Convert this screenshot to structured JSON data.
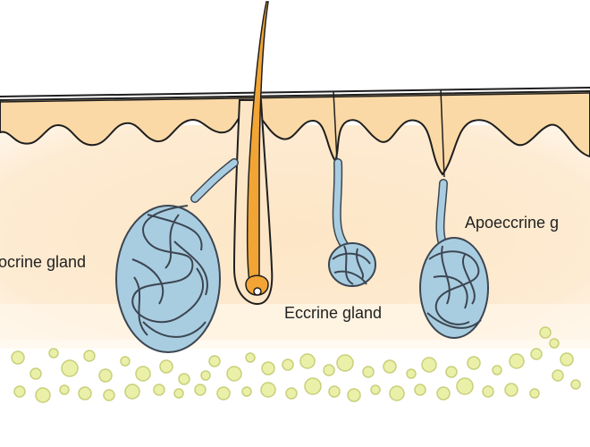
{
  "labels": {
    "apocrine": "ocrine gland",
    "eccrine": "Eccrine gland",
    "apoeccrine": "Apoeccrine g"
  },
  "colors": {
    "dermis": "#fde6c6",
    "epidermis": "#fbd9a6",
    "gland_fill": "#a9cde0",
    "gland_stroke": "#3c4652",
    "hair": "#f2a534",
    "fat_fill": "#eaf0a8",
    "fat_stroke": "#c8cf7a",
    "outline": "#1f1f1f"
  },
  "structures": [
    {
      "name": "hair shaft",
      "icon": "hair-follicle"
    },
    {
      "name": "apocrine gland",
      "icon": "coiled-gland"
    },
    {
      "name": "eccrine gland",
      "icon": "coiled-gland"
    },
    {
      "name": "apoeccrine gland",
      "icon": "coiled-gland"
    },
    {
      "name": "subcutaneous fat",
      "icon": "fat-globules"
    }
  ]
}
